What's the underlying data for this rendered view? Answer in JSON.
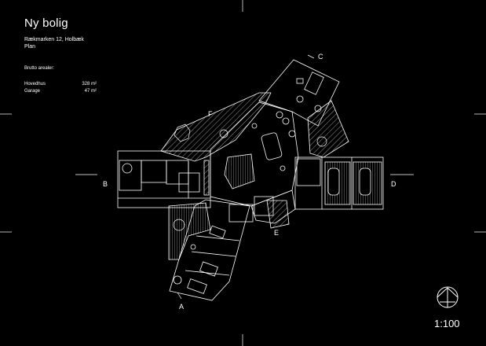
{
  "header": {
    "title": "Ny bolig",
    "address": "Rækmarken 12, Holbæk",
    "subtitle": "Plan"
  },
  "areas": {
    "title": "Brutto arealer:",
    "rows": [
      {
        "label": "Hovedhus",
        "value": "328 m²"
      },
      {
        "label": "Garage",
        "value": "47 m²"
      }
    ]
  },
  "section_markers": {
    "a": "A",
    "b": "B",
    "c": "C",
    "d": "D",
    "e": "E",
    "f": "F"
  },
  "scale": "1:100",
  "icons": {
    "north_arrow": "north-arrow-icon"
  },
  "colors": {
    "background": "#000000",
    "linework": "#ffffff"
  }
}
